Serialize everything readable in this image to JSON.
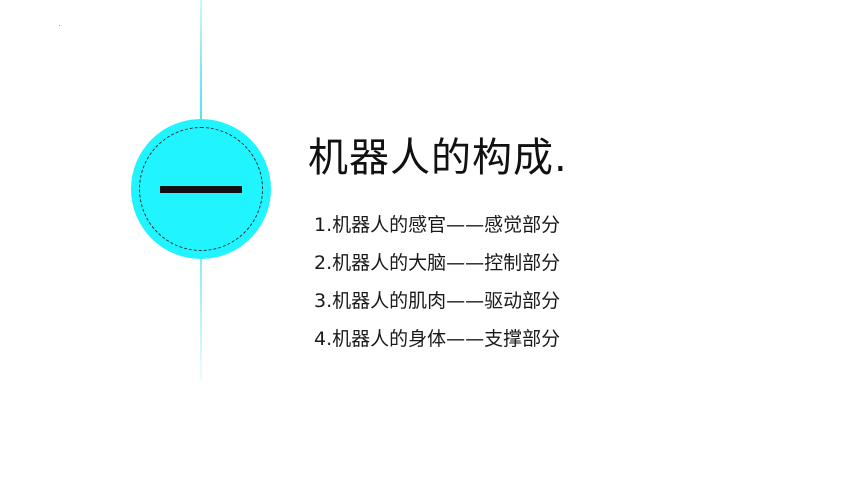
{
  "circle": {
    "number": "一",
    "color": "#1ff4ff"
  },
  "title": "机器人的构成.",
  "items": [
    "1.机器人的感官——感觉部分",
    "2.机器人的大脑——控制部分",
    "3.机器人的肌肉——驱动部分",
    "4.机器人的身体——支撑部分"
  ]
}
